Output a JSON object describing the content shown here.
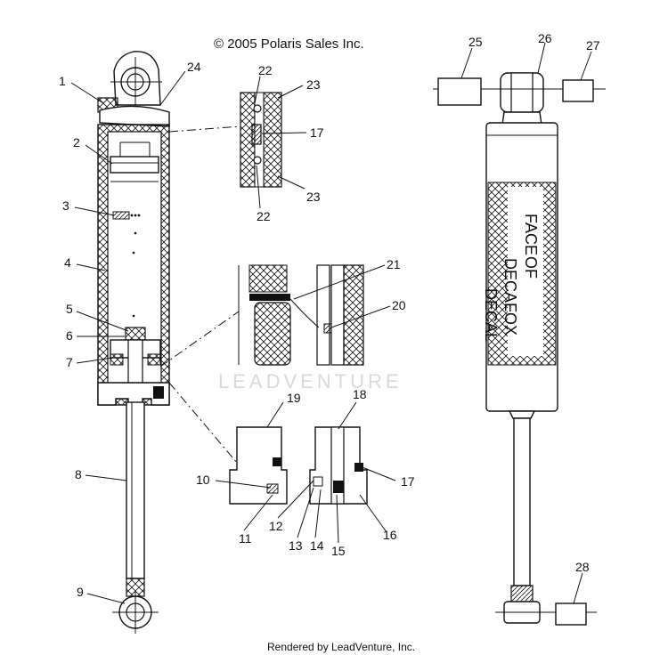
{
  "copyright": "© 2005 Polaris Sales Inc.",
  "footer": "Rendered by LeadVenture, Inc.",
  "watermark": "LEADVENTURE",
  "decal": {
    "line1": "FACE",
    "line2": "OF",
    "line3": "DECAL",
    "line4": "FOX",
    "line5": "DECAL"
  },
  "callouts": [
    "1",
    "2",
    "3",
    "4",
    "5",
    "6",
    "7",
    "8",
    "9",
    "10",
    "11",
    "12",
    "13",
    "14",
    "15",
    "16",
    "17",
    "17",
    "18",
    "19",
    "20",
    "21",
    "22",
    "22",
    "23",
    "23",
    "24",
    "25",
    "26",
    "27",
    "28"
  ]
}
